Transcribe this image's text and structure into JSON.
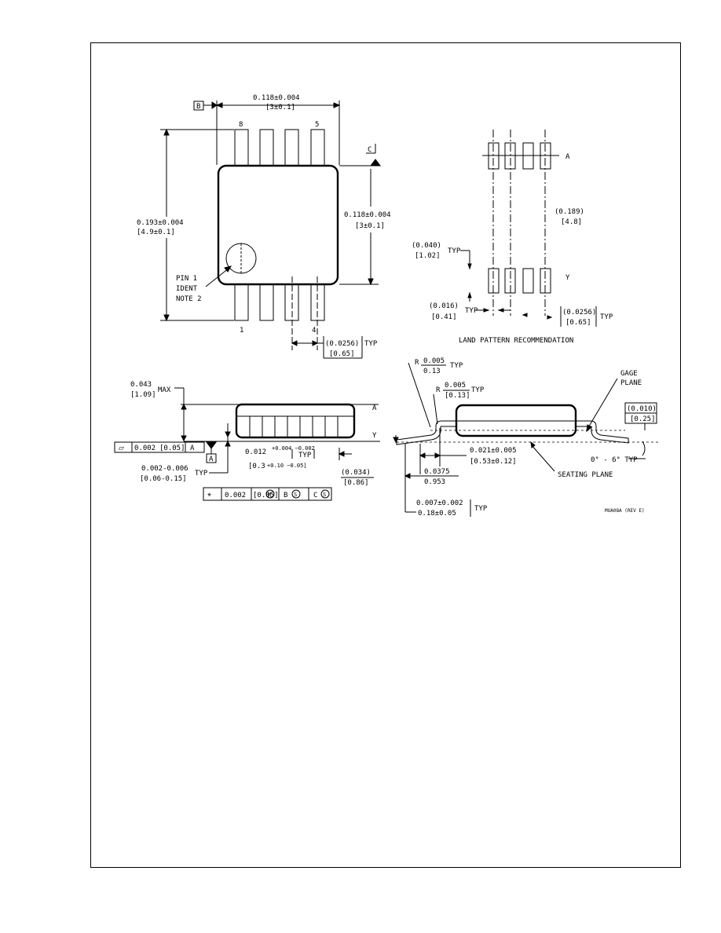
{
  "top_view": {
    "datum_b": "B",
    "datum_c": "C",
    "width_in": "0.118±0.004",
    "width_mm": "[3±0.1]",
    "overall_len_in": "0.193±0.004",
    "overall_len_mm": "[4.9±0.1]",
    "body_in": "0.118±0.004",
    "body_mm": "[3±0.1]",
    "pin8": "8",
    "pin5": "5",
    "pin1": "1",
    "pin4": "4",
    "pin1_l1": "PIN 1",
    "pin1_l2": "IDENT",
    "pin1_l3": "NOTE 2",
    "pitch_in": "(0.0256)",
    "pitch_typ": "TYP",
    "pitch_mm": "[0.65]"
  },
  "land_pattern": {
    "title": "LAND PATTERN RECOMMENDATION",
    "a": "A",
    "y": "Y",
    "span_in": "(0.189)",
    "span_mm": "[4.8]",
    "pad_len_in": "(0.040)",
    "pad_len_typ": "TYP",
    "pad_len_mm": "[1.02]",
    "pad_w_in": "(0.016)",
    "pad_w_typ": "TYP",
    "pad_w_mm": "[0.41]",
    "pitch_in": "(0.0256)",
    "pitch_typ": "TYP",
    "pitch_mm": "[0.65]"
  },
  "side_view": {
    "height_in": "0.043",
    "height_mm": "[1.09]",
    "max": "MAX",
    "flat_sym": "⏥",
    "flat_val": "0.002",
    "flat_mm": "[0.05]",
    "flat_ref": "A",
    "datum_a": "A",
    "standoff_in": "0.002-0.006",
    "standoff_mm": "[0.06-0.15]",
    "standoff_typ": "TYP",
    "lead_w_in": "0.012",
    "lead_w_tol": "+0.004 −0.002",
    "lead_w_typ": "TYP",
    "lead_w_mm": "[0.3",
    "lead_w_mm_tol": "+0.10 −0.05]",
    "body_h_in": "(0.034)",
    "body_h_mm": "[0.86]",
    "pos_sym": "⌖",
    "pos_val": "0.002",
    "pos_mm": "[0.05]",
    "pos_m": "M",
    "pos_b": "B",
    "pos_bs": "S",
    "pos_c": "C",
    "pos_cs": "S"
  },
  "end_view": {
    "r1_prefix": "R",
    "r1_in": "0.005",
    "r1_mm": "0.13",
    "r1_typ": "TYP",
    "r2_prefix": "R",
    "r2_in": "0.005",
    "r2_mm": "[0.13]",
    "r2_typ": "TYP",
    "gage_l1": "GAGE",
    "gage_l2": "PLANE",
    "gage_in": "(0.010)",
    "gage_mm": "[0.25]",
    "foot_in": "0.021±0.005",
    "foot_mm": "[0.53±0.12]",
    "foot2_in": "0.0375",
    "foot2_mm": "0.953",
    "angle": "0° - 6° TYP",
    "seating": "SEATING PLANE",
    "lead_t_in": "0.007±0.002",
    "lead_t_typ": "TYP",
    "lead_t_mm": "0.18±0.05",
    "drawing_id": "MUA08A (REV E)"
  }
}
